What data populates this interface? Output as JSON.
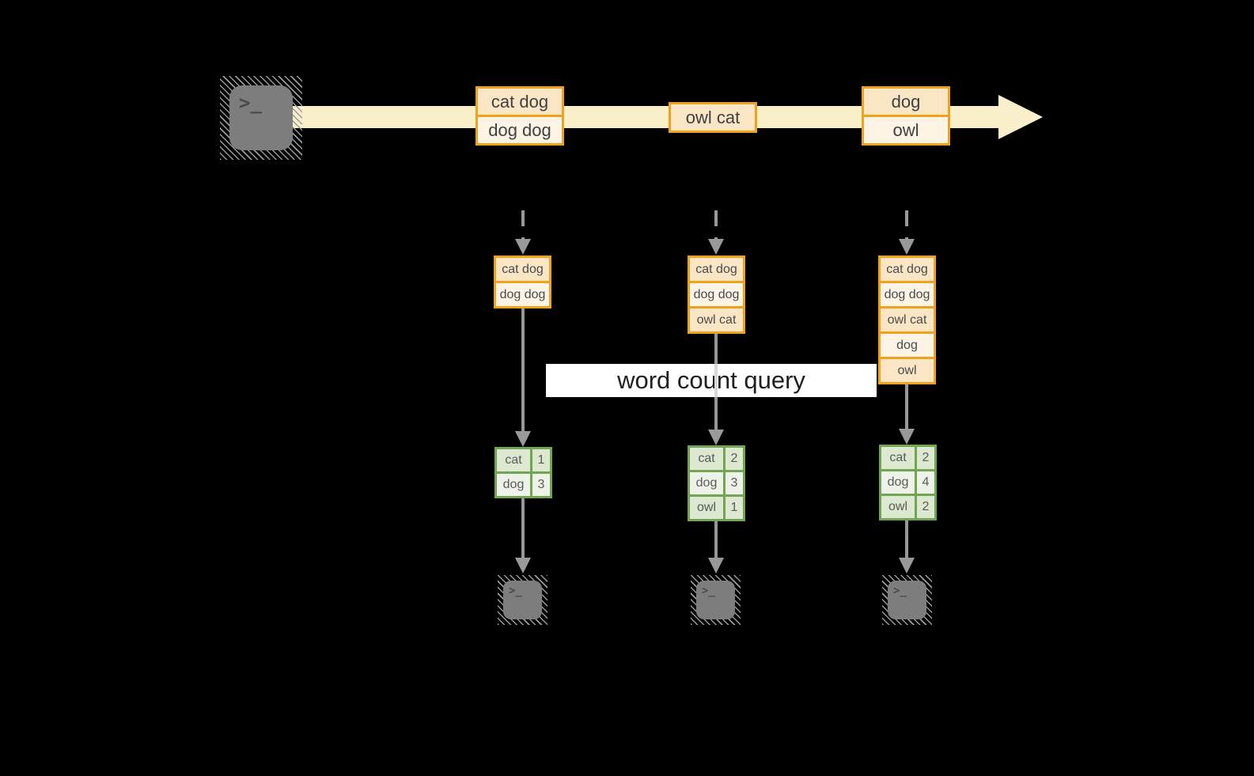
{
  "query_label": "word count query",
  "terminal_prompt": ">_",
  "stream": {
    "events": [
      {
        "rows": [
          "cat dog",
          "dog dog"
        ]
      },
      {
        "rows": [
          "owl cat"
        ]
      },
      {
        "rows": [
          "dog",
          "owl"
        ]
      }
    ]
  },
  "states": [
    {
      "rows": [
        "cat dog",
        "dog dog"
      ]
    },
    {
      "rows": [
        "cat dog",
        "dog dog",
        "owl cat"
      ]
    },
    {
      "rows": [
        "cat dog",
        "dog dog",
        "owl cat",
        "dog",
        "owl"
      ]
    }
  ],
  "results": [
    {
      "rows": [
        {
          "word": "cat",
          "count": "1"
        },
        {
          "word": "dog",
          "count": "3"
        }
      ]
    },
    {
      "rows": [
        {
          "word": "cat",
          "count": "2"
        },
        {
          "word": "dog",
          "count": "3"
        },
        {
          "word": "owl",
          "count": "1"
        }
      ]
    },
    {
      "rows": [
        {
          "word": "cat",
          "count": "2"
        },
        {
          "word": "dog",
          "count": "4"
        },
        {
          "word": "owl",
          "count": "2"
        }
      ]
    }
  ],
  "colors": {
    "amber_border": "#EEA21E",
    "stream_band": "#FAEFCB",
    "event_row_dark": "#FAE6C5",
    "event_row_light": "#FDF4E6",
    "green_border": "#73A453",
    "green_cell_dark": "#DCE8D0",
    "green_cell_light": "#EDF3E8",
    "line_gray": "#999999",
    "terminal_fill": "#7D7D7D",
    "query_banner_bg": "#FFFFFF",
    "background": "#000000"
  }
}
